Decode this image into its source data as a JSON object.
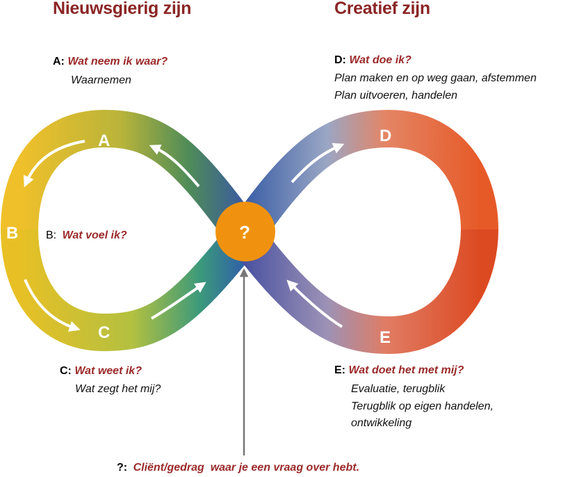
{
  "headings": {
    "left": "Nieuwsgierig zijn",
    "right": "Creatief zijn"
  },
  "questions": {
    "A": {
      "letter": "A:",
      "question": "Wat neem ik waar?",
      "lines": [
        "Waarnemen"
      ]
    },
    "B": {
      "letter": "B:",
      "question": "Wat voel ik?",
      "lines": []
    },
    "C": {
      "letter": "C:",
      "question": "Wat weet ik?",
      "lines": [
        "Wat zegt het mij?"
      ]
    },
    "D": {
      "letter": "D:",
      "question": "Wat doe ik?",
      "lines": [
        "Plan maken en op weg gaan, afstemmen",
        "Plan uitvoeren, handelen"
      ]
    },
    "E": {
      "letter": "E:",
      "question": "Wat doet het met mij?",
      "lines": [
        "Evaluatie, terugblik",
        "Terugblik op eigen handelen,",
        "ontwikkeling"
      ]
    },
    "Q": {
      "letter": "?:",
      "question": "Cliënt/gedrag  waar je een vraag over hebt."
    }
  },
  "stages": {
    "A": "A",
    "B": "B",
    "C": "C",
    "D": "D",
    "E": "E",
    "center": "?"
  },
  "colors": {
    "heading": "#8b2525",
    "question": "#9b2a2a",
    "center_circle": "#f0920f",
    "pointer_line": "#777777",
    "arrows": "#ffffff"
  },
  "icons": {
    "flow_arrow": "white-curved-arrow",
    "pointer": "up-arrow"
  }
}
